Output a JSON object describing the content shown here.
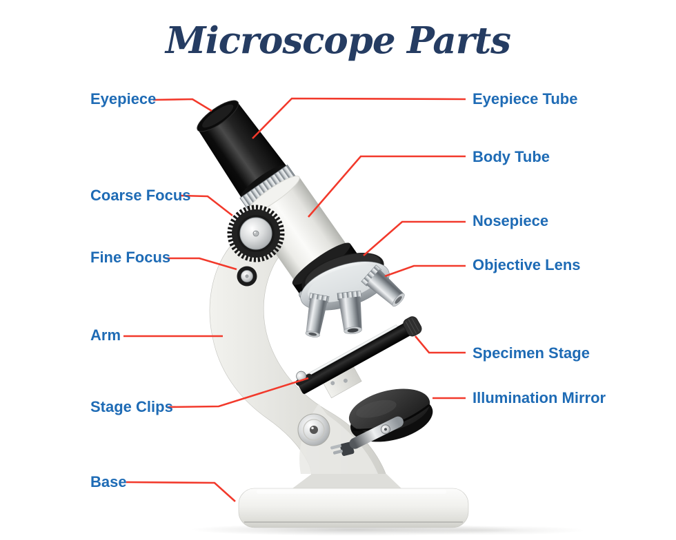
{
  "title": "Microscope Parts",
  "colors": {
    "title": "#253c62",
    "label": "#1e6bb5",
    "leader_line": "#f2392b",
    "background": "#ffffff"
  },
  "labels": {
    "left": [
      {
        "text": "Eyepiece"
      },
      {
        "text": "Coarse Focus"
      },
      {
        "text": "Fine Focus"
      },
      {
        "text": "Arm"
      },
      {
        "text": "Stage Clips"
      },
      {
        "text": "Base"
      }
    ],
    "right": [
      {
        "text": "Eyepiece Tube"
      },
      {
        "text": "Body Tube"
      },
      {
        "text": "Nosepiece"
      },
      {
        "text": "Objective Lens"
      },
      {
        "text": "Specimen Stage"
      },
      {
        "text": "Illumination Mirror"
      }
    ]
  }
}
